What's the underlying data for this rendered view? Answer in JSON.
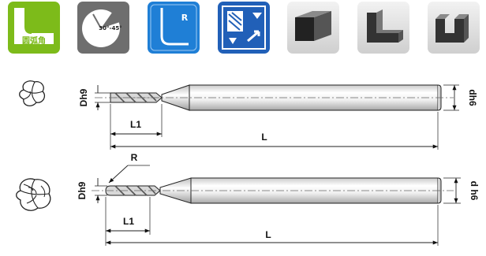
{
  "badges": {
    "corner_radius": {
      "label": "圆弧角",
      "icon": "corner-radius-icon",
      "color": "#7dbb1a"
    },
    "helix_angle": {
      "label": "30°-45°",
      "icon": "helix-angle-icon",
      "color": "#6e6e6e"
    },
    "radius": {
      "label": "R",
      "icon": "radius-profile-icon",
      "color": "#1f7fd6"
    },
    "milling_directions": {
      "icon": "milling-directions-icon",
      "color": "#2160b8"
    },
    "slot_milling": {
      "icon": "slot-milling-icon",
      "color": "#d9d9d9"
    },
    "step_milling": {
      "icon": "step-milling-icon",
      "color": "#d9d9d9"
    },
    "groove_milling": {
      "icon": "groove-milling-icon",
      "color": "#d9d9d9"
    }
  },
  "tool_top": {
    "diameter_label": "Dh9",
    "shank_label": "dh6",
    "cut_length_label": "L1",
    "overall_length_label": "L"
  },
  "tool_bottom": {
    "radius_label": "R",
    "diameter_label": "Dh9",
    "shank_label": "d h6",
    "cut_length_label": "L1",
    "overall_length_label": "L"
  }
}
